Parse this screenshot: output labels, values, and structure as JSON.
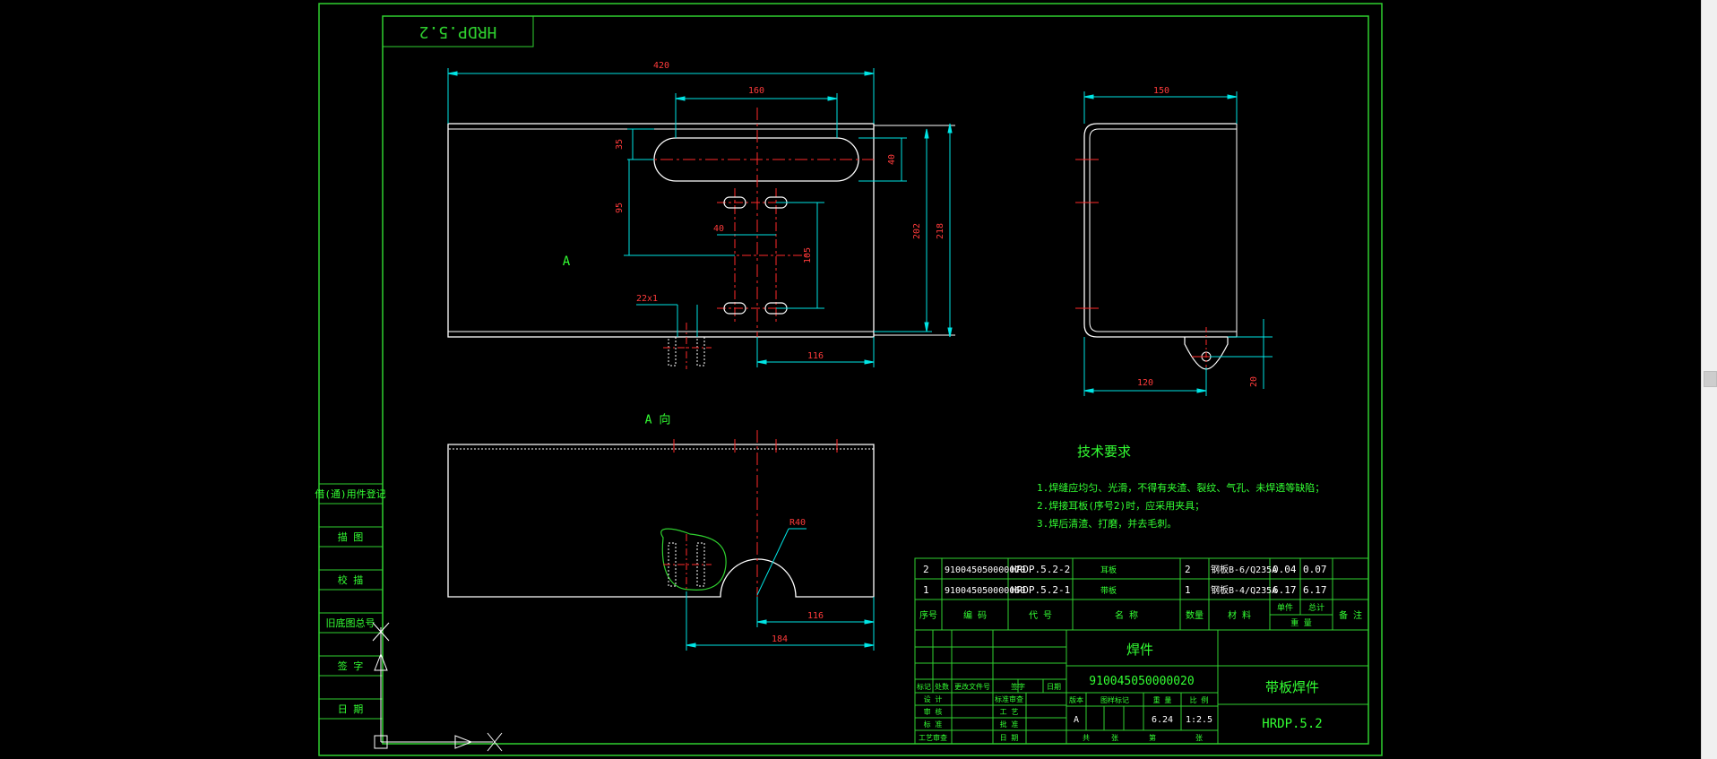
{
  "colors": {
    "frame": "#2fd02f",
    "outline": "#ffffff",
    "dimension": "#00e5e5",
    "center_line": "#ff2a2a",
    "note_text": "#33ff33",
    "dim_text_red": "#ff3b3b",
    "dim_text_cyan": "#00e5e5",
    "background": "#000000"
  },
  "drawing": {
    "sheet_code": "HRDP.5.2",
    "view_label_a": "A",
    "view_direction_label": "A 向",
    "front_view_dims": {
      "overall_length": "420",
      "slot_length": "160",
      "slot_top_offset": "35",
      "slot_width": "40",
      "hole_pitch_vertical": "95",
      "hole_pair_spacing": "40",
      "hole_spacing_vertical": "105",
      "height_inner": "202",
      "height_outer": "218",
      "hole_size": "22x1",
      "bottom_offset": "116"
    },
    "bottom_view_dims": {
      "radius": "R40",
      "offset_116": "116",
      "offset_184": "184"
    },
    "side_view_dims": {
      "width": "150",
      "lug_offset": "120",
      "lug_height": "20"
    },
    "tech_requirements": {
      "title": "技术要求",
      "items": [
        "1.焊缝应均匀、光滑，不得有夹渣、裂纹、气孔、未焊透等缺陷；",
        "2.焊接耳板(序号2)时，应采用夹具；",
        "3.焊后清渣、打磨，并去毛刺。"
      ]
    },
    "left_margin_table": [
      "借(通)用件登记",
      "描 图",
      "校 描",
      "旧底图总号",
      "签 字",
      "日 期"
    ],
    "bom": {
      "rows": [
        {
          "no": "2",
          "code": "910045050000070",
          "drawing": "HRDP.5.2-2",
          "name": "耳板",
          "qty": "2",
          "material": "钢板B-6/Q235A",
          "unit_w": "0.04",
          "total_w": "0.07"
        },
        {
          "no": "1",
          "code": "910045050000060",
          "drawing": "HRDP.5.2-1",
          "name": "带板",
          "qty": "1",
          "material": "钢板B-4/Q235A",
          "unit_w": "6.17",
          "total_w": "6.17"
        }
      ],
      "header": {
        "no": "序号",
        "code": "编 码",
        "drawing": "代 号",
        "name": "名 称",
        "qty": "数量",
        "material": "材 料",
        "unit": "单件",
        "total": "总计",
        "weight": "重 量",
        "remark": "备 注"
      }
    },
    "title_block": {
      "part_kind": "焊件",
      "part_code": "910045050000020",
      "part_name": "带板焊件",
      "drawing_no": "HRDP.5.2",
      "sig_labels": [
        "标记",
        "处数",
        "更改文件号",
        "签字",
        "日期"
      ],
      "roles_left": [
        "设 计",
        "审 核",
        "标 准",
        "工艺审查"
      ],
      "roles_mid": [
        "标准审查",
        "工 艺",
        "批 准",
        "日 期"
      ],
      "stage_labels": [
        "图样标记",
        "重 量",
        "比 例"
      ],
      "stage_code": "A",
      "weight": "6.24",
      "scale": "1:2.5",
      "sheet_labels": [
        "共",
        "张",
        "第",
        "张"
      ],
      "stage_label_left": "版本"
    }
  }
}
